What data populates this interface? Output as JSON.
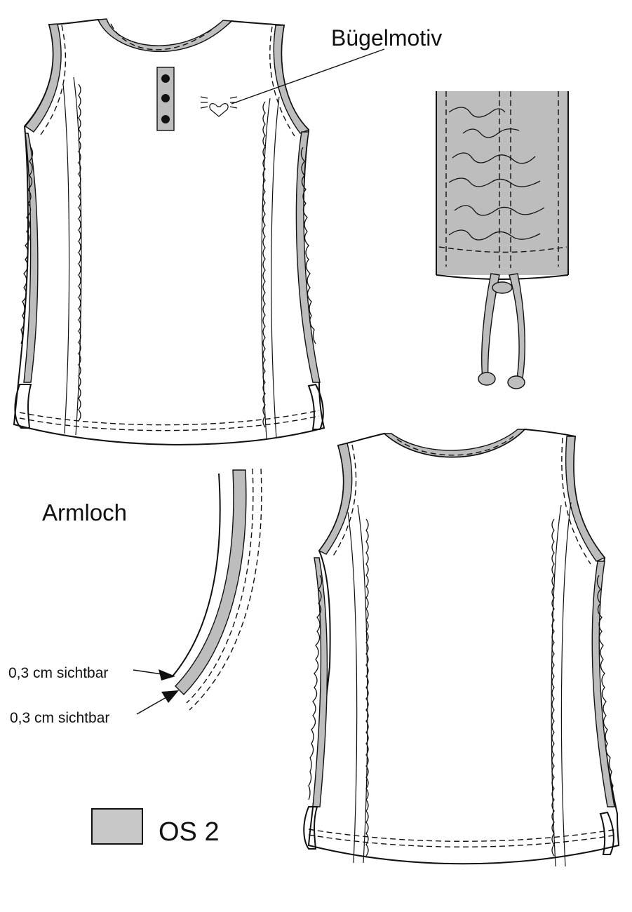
{
  "labels": {
    "motif": "Bügelmotiv",
    "armhole": "Armloch",
    "visible_1": "0,3 cm sichtbar",
    "visible_2": "0,3 cm sichtbar",
    "legend": "OS 2"
  },
  "colors": {
    "line": "#111111",
    "contrast_fabric": "#bdbdbd",
    "background": "#ffffff"
  },
  "icons": {
    "heart_motif": "heart-wings-icon",
    "buttons": "button-icon"
  }
}
